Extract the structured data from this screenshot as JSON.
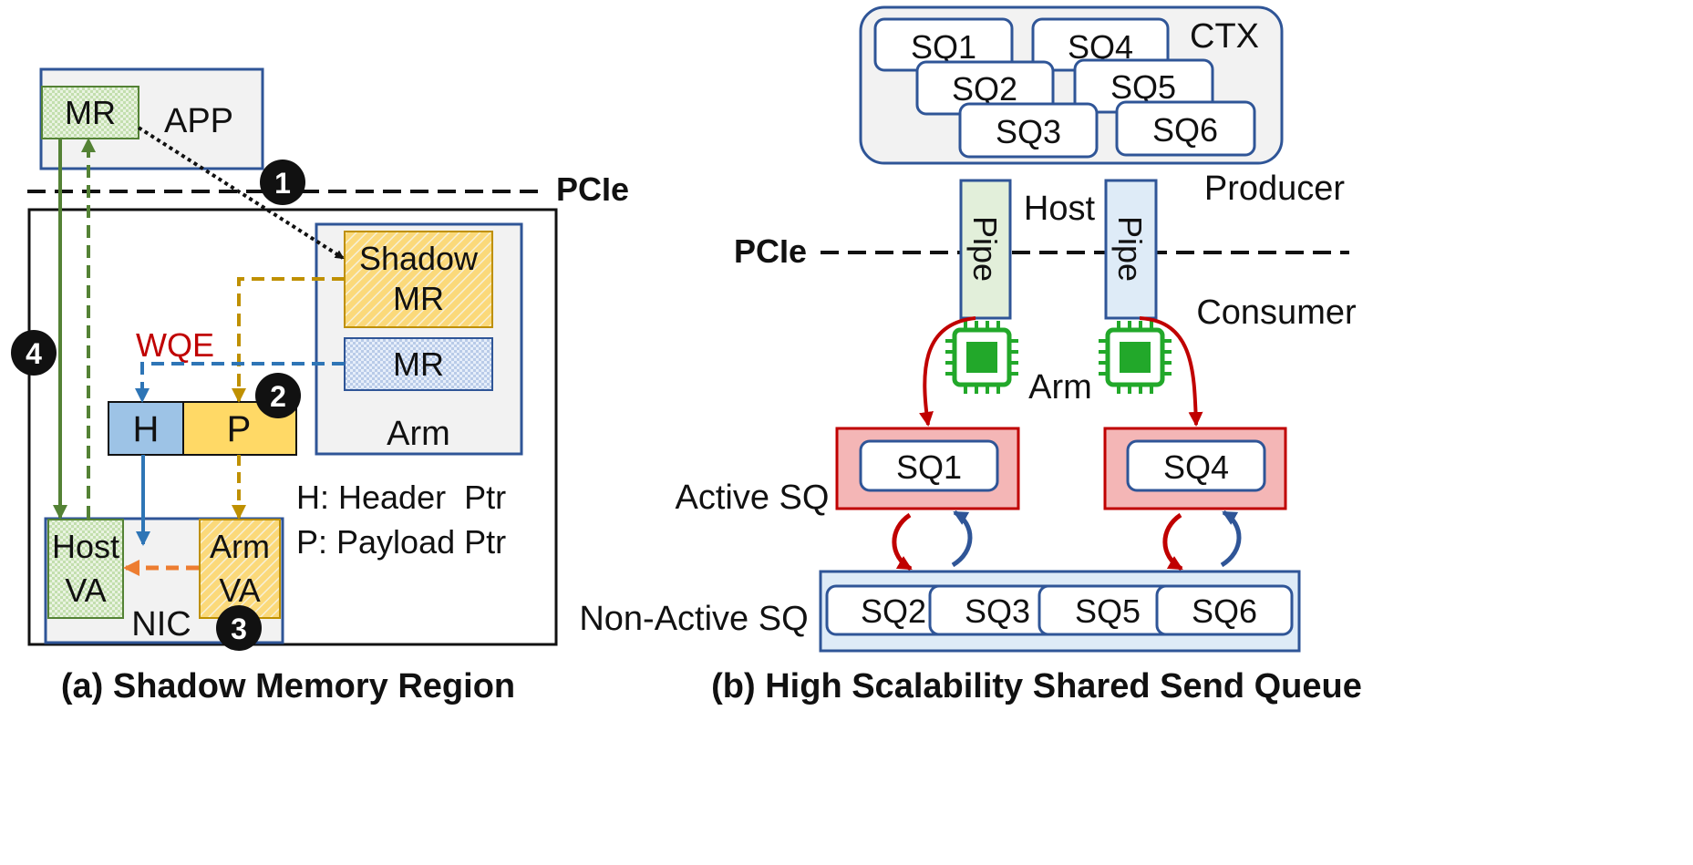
{
  "left": {
    "app_label": "APP",
    "mr_top_label": "MR",
    "pcie_label": "PCIe",
    "shadow_mr_line1": "Shadow",
    "shadow_mr_line2": "MR",
    "arm_mr_label": "MR",
    "arm_label": "Arm",
    "wqe_label": "WQE",
    "h_label": "H",
    "p_label": "P",
    "legend_h": "H: Header  Ptr",
    "legend_p": "P: Payload Ptr",
    "host_va_line1": "Host",
    "host_va_line2": "VA",
    "arm_va_line1": "Arm",
    "arm_va_line2": "VA",
    "nic_label": "NIC",
    "step1": "1",
    "step2": "2",
    "step3": "3",
    "step4": "4",
    "caption": "(a) Shadow Memory Region"
  },
  "right": {
    "ctx_label": "CTX",
    "ctx_sqs": [
      "SQ1",
      "SQ4",
      "SQ2",
      "SQ5",
      "SQ3",
      "SQ6"
    ],
    "producer_label": "Producer",
    "host_label": "Host",
    "pcie_label": "PCIe",
    "pipe1_label": "Pipe",
    "pipe2_label": "Pipe",
    "consumer_label": "Consumer",
    "arm_label": "Arm",
    "active_sq_label": "Active SQ",
    "active_sq1": "SQ1",
    "active_sq2": "SQ4",
    "nonactive_label": "Non-Active SQ",
    "nonactive_sqs": [
      "SQ2",
      "SQ3",
      "SQ5",
      "SQ6"
    ],
    "caption": "(b) High Scalability Shared Send Queue"
  },
  "colors": {
    "box_border": "#2f5597",
    "green": "#548235",
    "gold": "#bf9000",
    "blue_arrow": "#2e75b6",
    "orange": "#ed7d31",
    "red": "#c00000",
    "chip_green": "#22a82a"
  }
}
